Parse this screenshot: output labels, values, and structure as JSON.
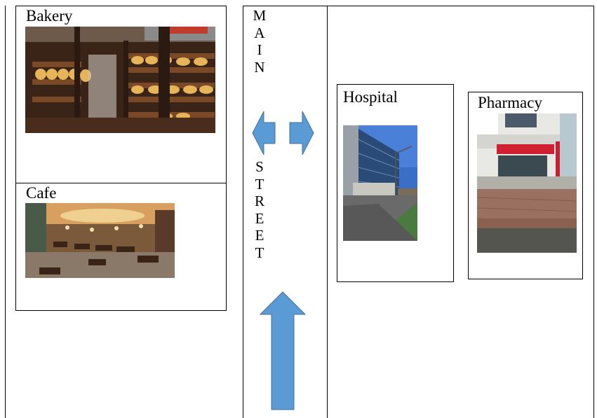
{
  "places": {
    "bakery": {
      "label": "Bakery"
    },
    "cafe": {
      "label": "Cafe"
    },
    "hospital": {
      "label": "Hospital"
    },
    "pharmacy": {
      "label": "Pharmacy"
    }
  },
  "street": {
    "top_word": [
      "M",
      "A",
      "I",
      "N"
    ],
    "bottom_word": [
      "S",
      "T",
      "R",
      "E",
      "E",
      "T"
    ]
  },
  "colors": {
    "arrow_fill": "#5b9bd5",
    "arrow_stroke": "#41719c"
  },
  "icons": [
    "left-arrow-icon",
    "right-arrow-icon",
    "up-arrow-icon"
  ]
}
